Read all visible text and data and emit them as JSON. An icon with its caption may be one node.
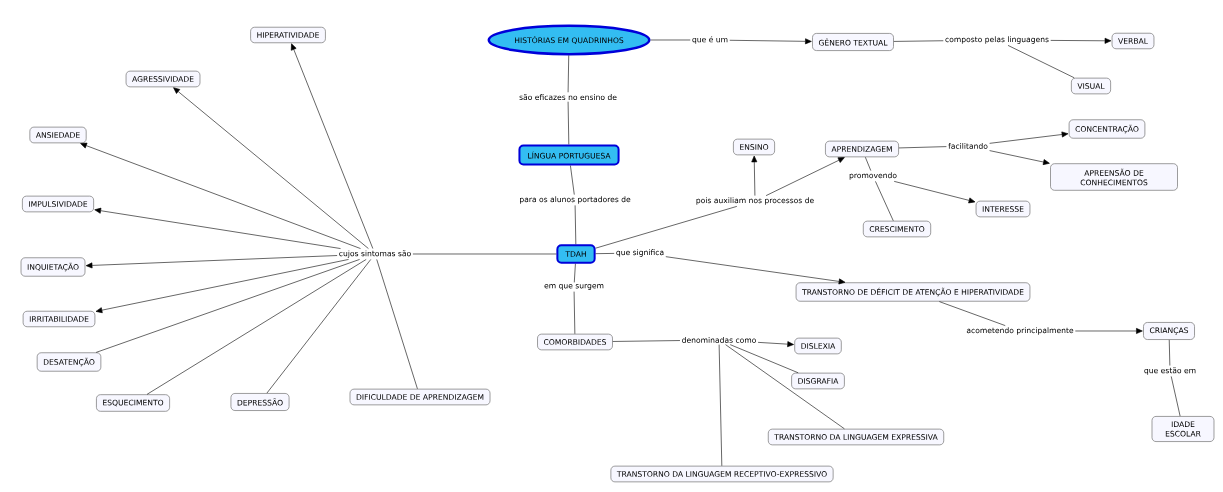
{
  "diagram": {
    "nodes": [
      {
        "text": [
          "HISTÓRIAS EM QUADRINHOS"
        ]
      },
      {
        "text": [
          "que é um"
        ]
      },
      {
        "text": [
          "GÊNERO TEXTUAL"
        ]
      },
      {
        "text": [
          "composto pelas linguagens"
        ]
      },
      {
        "text": [
          "VERBAL"
        ]
      },
      {
        "text": [
          "VISUAL"
        ]
      },
      {
        "text": [
          "são eficazes no ensino de"
        ]
      },
      {
        "text": [
          "LÍNGUA PORTUGUESA"
        ]
      },
      {
        "text": [
          "para os alunos portadores de"
        ]
      },
      {
        "text": [
          "TDAH"
        ]
      },
      {
        "text": [
          "pois auxiliam nos processos de"
        ]
      },
      {
        "text": [
          "ENSINO"
        ]
      },
      {
        "text": [
          "APRENDIZAGEM"
        ]
      },
      {
        "text": [
          "facilitando"
        ]
      },
      {
        "text": [
          "CONCENTRAÇÃO"
        ]
      },
      {
        "text": [
          "APREENSÃO DE CONHECIMENTOS"
        ]
      },
      {
        "text": [
          "promovendo"
        ]
      },
      {
        "text": [
          "INTERESSE"
        ]
      },
      {
        "text": [
          "CRESCIMENTO"
        ]
      },
      {
        "text": [
          "cujos sintomas são"
        ]
      },
      {
        "text": [
          "HIPERATIVIDADE"
        ]
      },
      {
        "text": [
          "AGRESSIVIDADE"
        ]
      },
      {
        "text": [
          "ANSIEDADE"
        ]
      },
      {
        "text": [
          "IMPULSIVIDADE"
        ]
      },
      {
        "text": [
          "INQUIETAÇÃO"
        ]
      },
      {
        "text": [
          "IRRITABILIDADE"
        ]
      },
      {
        "text": [
          "DESATENÇÃO"
        ]
      },
      {
        "text": [
          "ESQUECIMENTO"
        ]
      },
      {
        "text": [
          "DEPRESSÃO"
        ]
      },
      {
        "text": [
          "DIFICULDADE DE APRENDIZAGEM"
        ]
      },
      {
        "text": [
          "que significa"
        ]
      },
      {
        "text": [
          "TRANSTORNO DE DÉFICIT DE ATENÇÃO E HIPERATIVIDADE"
        ]
      },
      {
        "text": [
          "em que surgem"
        ]
      },
      {
        "text": [
          "COMORBIDADES"
        ]
      },
      {
        "text": [
          "denominadas como"
        ]
      },
      {
        "text": [
          "DISLEXIA"
        ]
      },
      {
        "text": [
          "DISGRAFIA"
        ]
      },
      {
        "text": [
          "TRANSTORNO DA LINGUAGEM EXPRESSIVA"
        ]
      },
      {
        "text": [
          "TRANSTORNO DA LINGUAGEM RECEPTIVO-EXPRESSIVO"
        ]
      },
      {
        "text": [
          "acometendo principalmente"
        ]
      },
      {
        "text": [
          "CRIANÇAS"
        ]
      },
      {
        "text": [
          "que estão em"
        ]
      },
      {
        "text": [
          "IDADE ESCOLAR"
        ]
      }
    ],
    "edges": [
      {
        "from": 0,
        "to": 1,
        "arrow": "none"
      },
      {
        "from": 1,
        "to": 2,
        "arrow": "to"
      },
      {
        "from": 2,
        "to": 3,
        "arrow": "none"
      },
      {
        "from": 3,
        "to": 4,
        "arrow": "to"
      },
      {
        "from": 3,
        "to": 5,
        "arrow": "none"
      },
      {
        "from": 0,
        "to": 6,
        "arrow": "none"
      },
      {
        "from": 6,
        "to": 7,
        "arrow": "none"
      },
      {
        "from": 7,
        "to": 8,
        "arrow": "none"
      },
      {
        "from": 8,
        "to": 9,
        "arrow": "none"
      },
      {
        "from": 9,
        "to": 10,
        "arrow": "none"
      },
      {
        "from": 10,
        "to": 11,
        "arrow": "to"
      },
      {
        "from": 10,
        "to": 12,
        "arrow": "to"
      },
      {
        "from": 12,
        "to": 13,
        "arrow": "none"
      },
      {
        "from": 13,
        "to": 14,
        "arrow": "to"
      },
      {
        "from": 13,
        "to": 15,
        "arrow": "to"
      },
      {
        "from": 12,
        "to": 16,
        "arrow": "none"
      },
      {
        "from": 16,
        "to": 17,
        "arrow": "to"
      },
      {
        "from": 16,
        "to": 18,
        "arrow": "none"
      },
      {
        "from": 9,
        "to": 19,
        "arrow": "none"
      },
      {
        "from": 19,
        "to": 20,
        "arrow": "to"
      },
      {
        "from": 19,
        "to": 21,
        "arrow": "to"
      },
      {
        "from": 19,
        "to": 22,
        "arrow": "to"
      },
      {
        "from": 19,
        "to": 23,
        "arrow": "to"
      },
      {
        "from": 19,
        "to": 24,
        "arrow": "to"
      },
      {
        "from": 19,
        "to": 25,
        "arrow": "to"
      },
      {
        "from": 19,
        "to": 26,
        "arrow": "none"
      },
      {
        "from": 19,
        "to": 27,
        "arrow": "none"
      },
      {
        "from": 19,
        "to": 28,
        "arrow": "none"
      },
      {
        "from": 19,
        "to": 29,
        "arrow": "none"
      },
      {
        "from": 9,
        "to": 30,
        "arrow": "none"
      },
      {
        "from": 30,
        "to": 31,
        "arrow": "to"
      },
      {
        "from": 9,
        "to": 32,
        "arrow": "none"
      },
      {
        "from": 32,
        "to": 33,
        "arrow": "none"
      },
      {
        "from": 33,
        "to": 34,
        "arrow": "none"
      },
      {
        "from": 34,
        "to": 35,
        "arrow": "to"
      },
      {
        "from": 34,
        "to": 36,
        "arrow": "none"
      },
      {
        "from": 34,
        "to": 37,
        "arrow": "none"
      },
      {
        "from": 34,
        "to": 38,
        "arrow": "none"
      },
      {
        "from": 31,
        "to": 39,
        "arrow": "none"
      },
      {
        "from": 39,
        "to": 40,
        "arrow": "to"
      },
      {
        "from": 40,
        "to": 41,
        "arrow": "none"
      },
      {
        "from": 41,
        "to": 42,
        "arrow": "none"
      }
    ]
  }
}
